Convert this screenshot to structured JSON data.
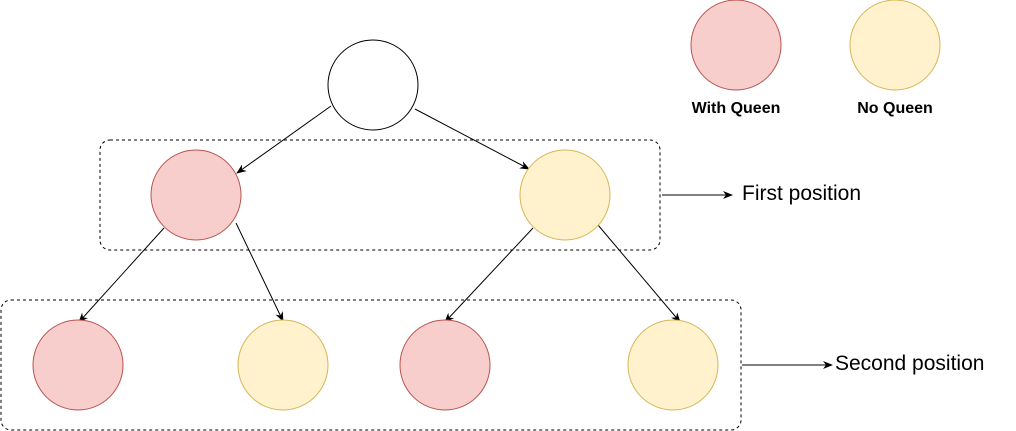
{
  "legend": {
    "with_queen": {
      "label": "With Queen",
      "fill": "#f8cecc",
      "stroke": "#b85450"
    },
    "no_queen": {
      "label": "No Queen",
      "fill": "#fff2cc",
      "stroke": "#d6b656"
    }
  },
  "root_node": {
    "fill": "#ffffff",
    "stroke": "#000000"
  },
  "levels": {
    "first": {
      "label": "First position",
      "nodes": [
        "with-queen",
        "no-queen"
      ]
    },
    "second": {
      "label": "Second position",
      "nodes": [
        "with-queen",
        "no-queen",
        "with-queen",
        "no-queen"
      ]
    }
  }
}
